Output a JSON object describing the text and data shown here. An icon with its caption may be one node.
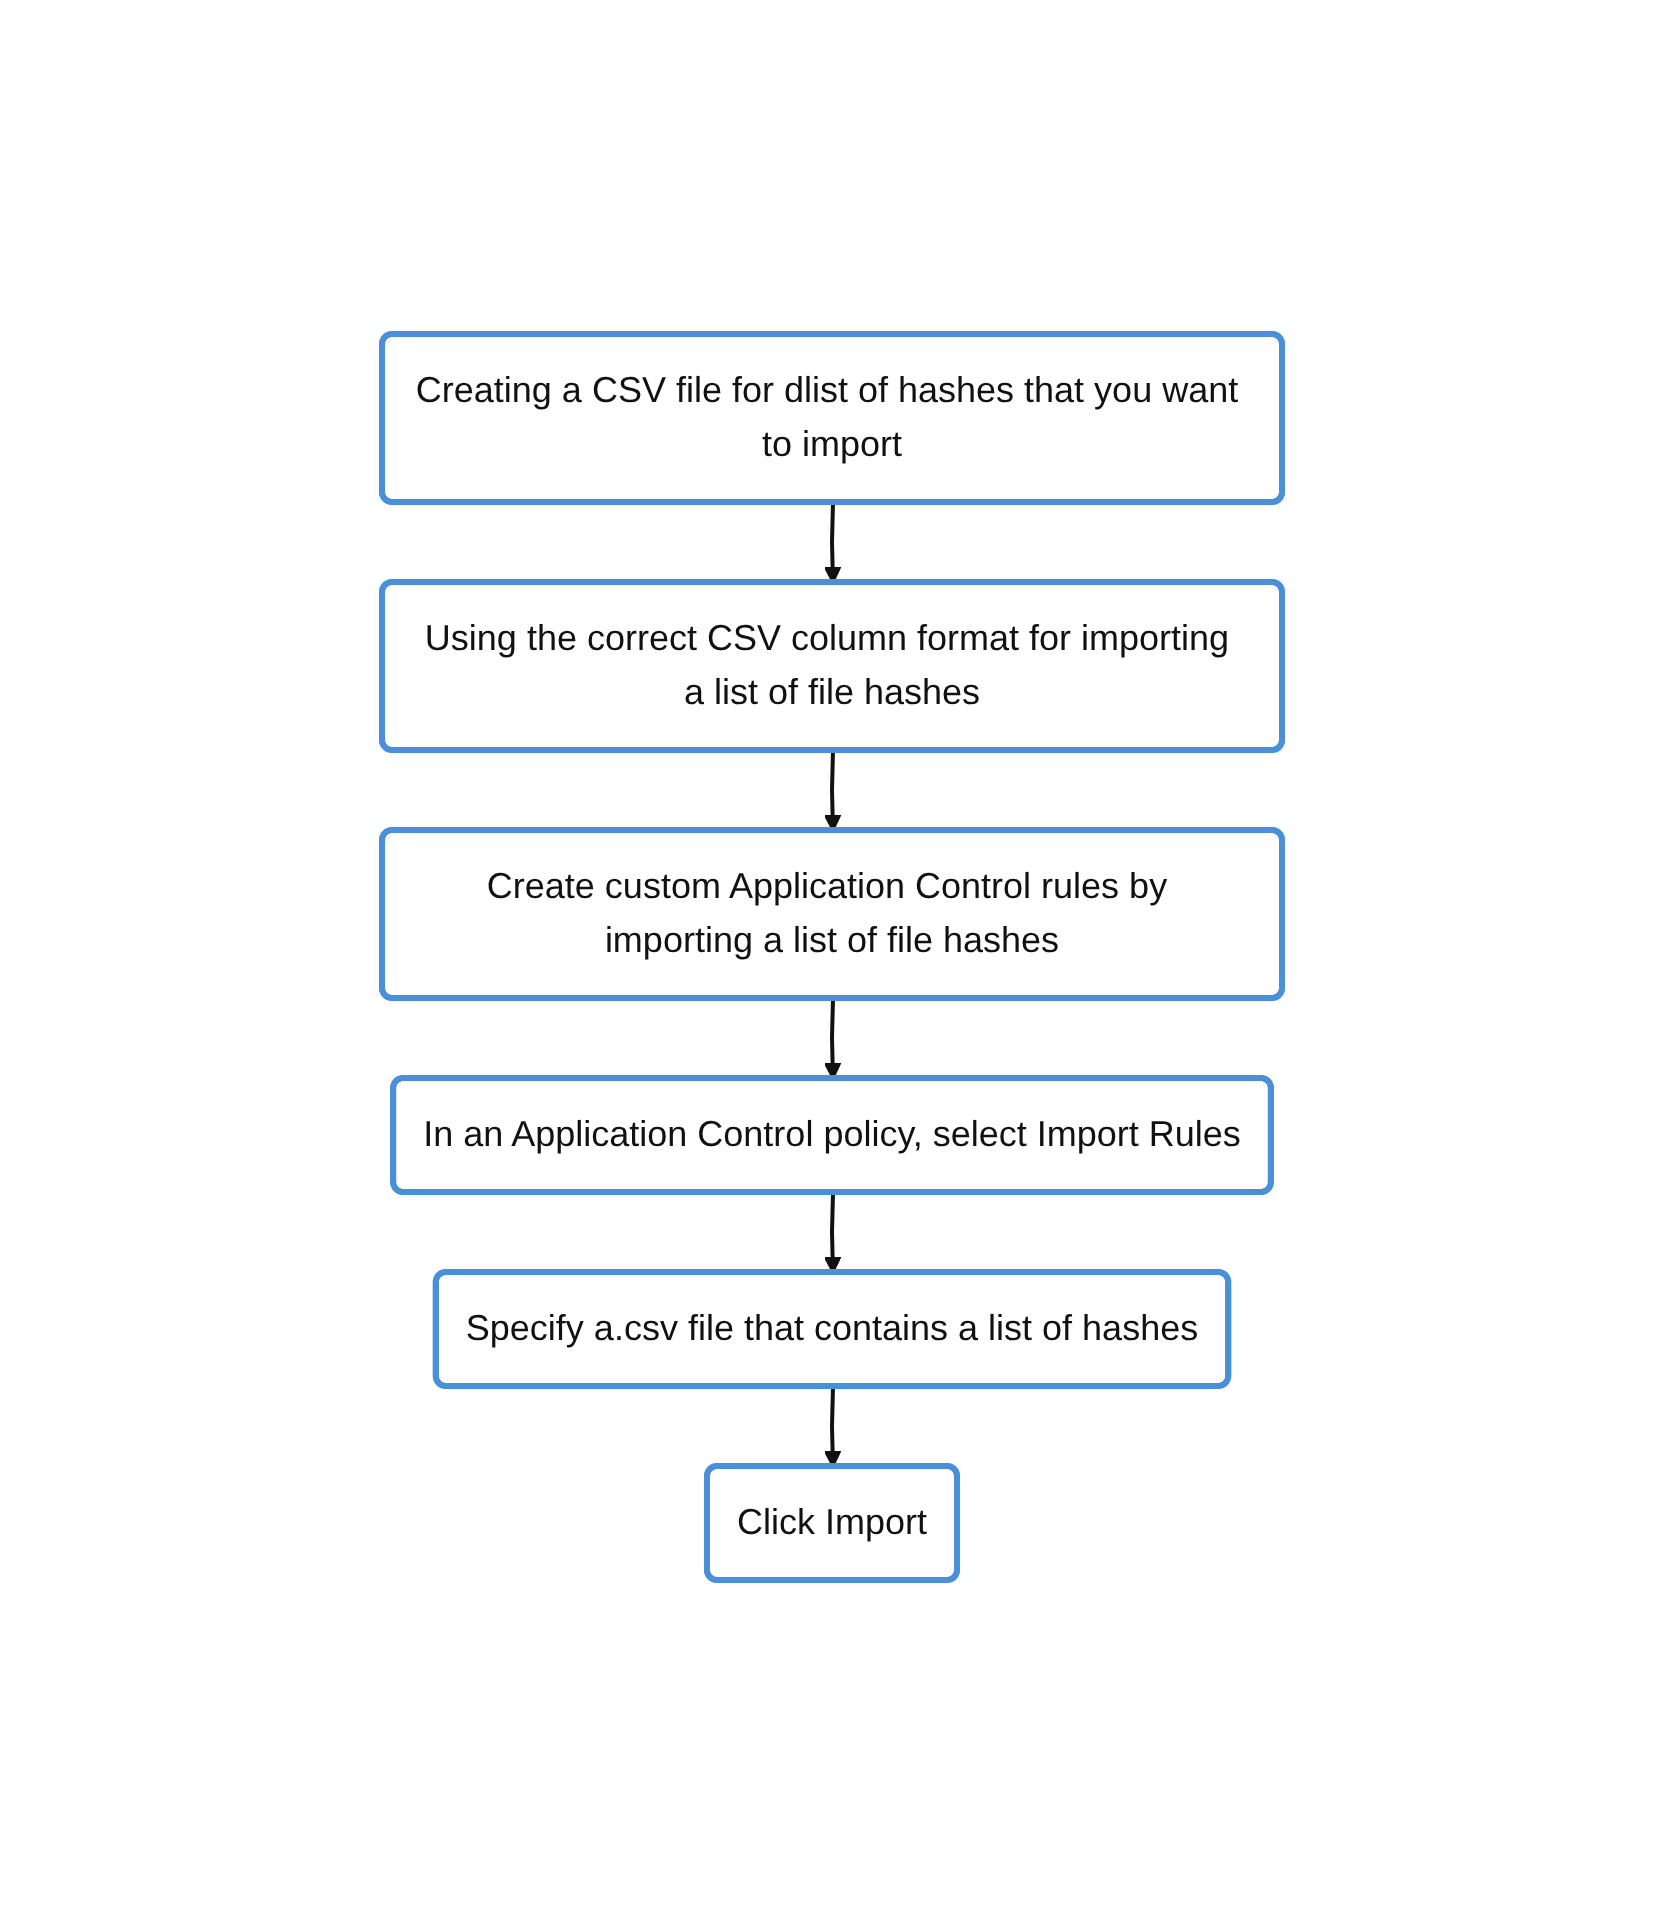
{
  "diagram": {
    "nodes": [
      {
        "text": [
          "Creating a CSV file for dlist of hashes that you want to import"
        ]
      },
      {
        "text": [
          "Using the correct CSV column format for importing a list of file hashes"
        ]
      },
      {
        "text": [
          "Create custom Application Control rules by importing a list of file hashes"
        ]
      },
      {
        "text": [
          "In an Application Control policy, select Import Rules"
        ]
      },
      {
        "text": [
          "Specify a.csv file that contains a list of hashes"
        ]
      },
      {
        "text": [
          "Click Import"
        ]
      }
    ],
    "edges": [
      {
        "from": 0,
        "to": 1,
        "arrow": "to"
      },
      {
        "from": 1,
        "to": 2,
        "arrow": "to"
      },
      {
        "from": 2,
        "to": 3,
        "arrow": "to"
      },
      {
        "from": 3,
        "to": 4,
        "arrow": "to"
      },
      {
        "from": 4,
        "to": 5,
        "arrow": "to"
      }
    ]
  }
}
